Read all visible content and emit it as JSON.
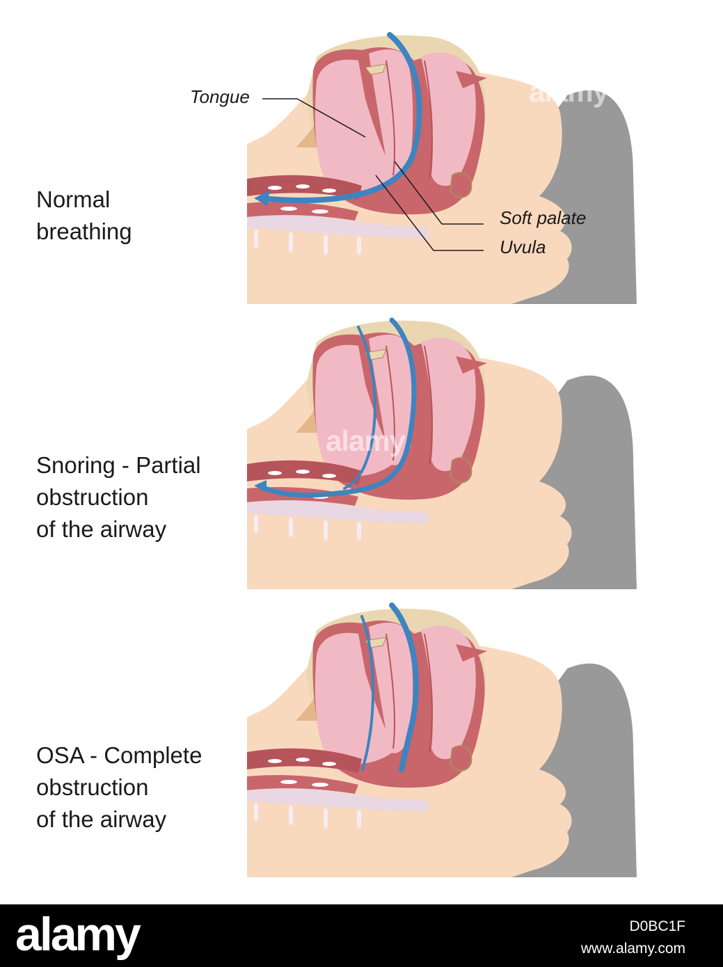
{
  "panels": [
    {
      "id": "normal",
      "label": [
        "Normal",
        "breathing"
      ]
    },
    {
      "id": "snoring",
      "label": [
        "Snoring - Partial",
        "obstruction",
        "of the airway"
      ]
    },
    {
      "id": "osa",
      "label": [
        "OSA - Complete",
        "obstruction",
        "of the airway"
      ]
    }
  ],
  "callouts": {
    "tongue": "Tongue",
    "soft_palate": "Soft palate",
    "uvula": "Uvula"
  },
  "watermark": "alamy",
  "footer": {
    "logo": "alamy",
    "image_id": "D0BC1F",
    "url": "www.alamy.com"
  },
  "colors": {
    "skin": "#f9d9be",
    "pillow": "#999999",
    "tissue": "#c8666b",
    "tissue_light": "#f1b9c3",
    "bone": "#ead7b2",
    "airflow": "#3d84c0"
  }
}
